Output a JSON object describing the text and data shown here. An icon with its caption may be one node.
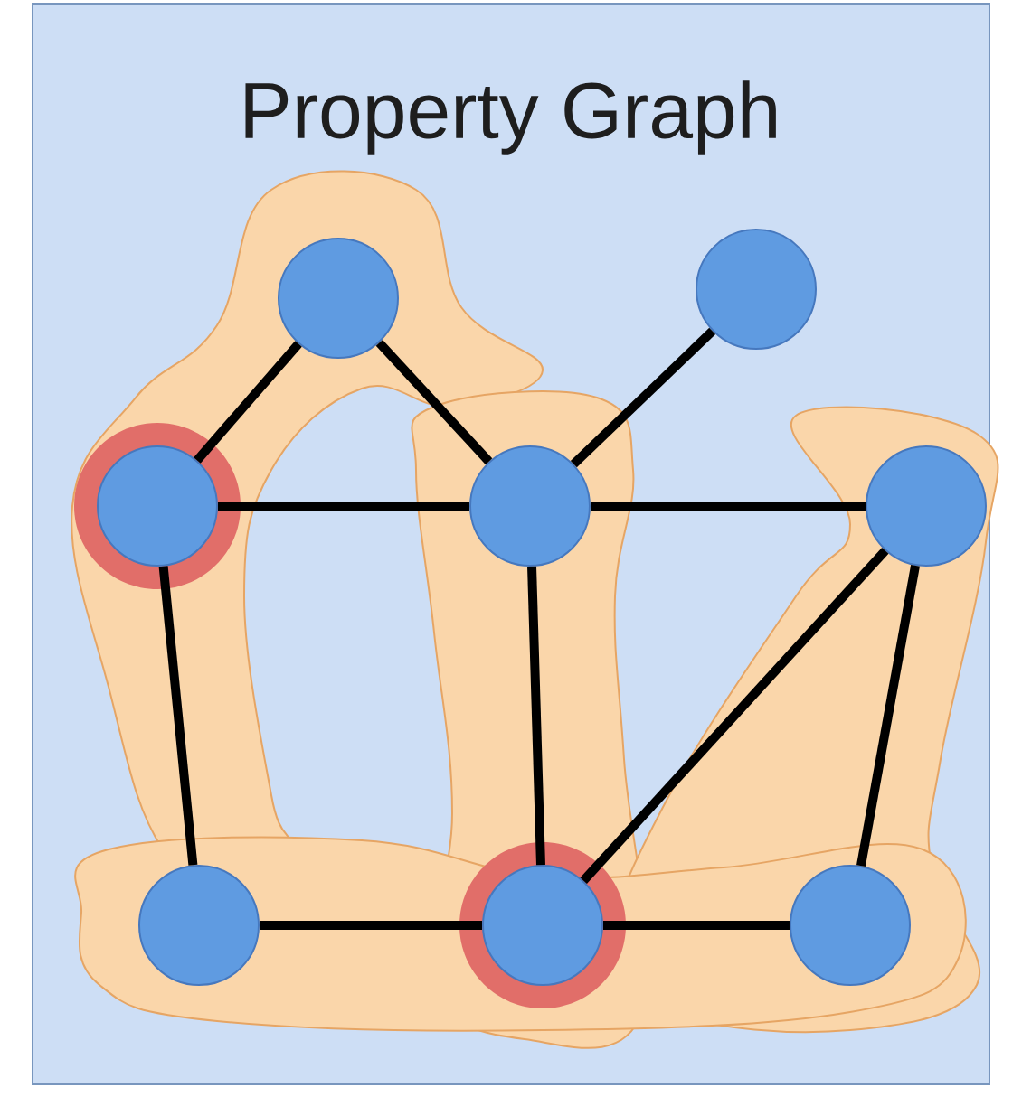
{
  "diagram": {
    "title": "Property Graph",
    "nodes": [
      {
        "text": [],
        "shape": "circle"
      },
      {
        "text": [],
        "shape": "circle"
      },
      {
        "text": [],
        "shape": "circle"
      },
      {
        "text": [],
        "shape": "circle"
      },
      {
        "text": [],
        "shape": "circle"
      },
      {
        "text": [],
        "shape": "circle"
      },
      {
        "text": [],
        "shape": "circle"
      },
      {
        "text": [],
        "shape": "circle"
      }
    ],
    "edges": [
      {
        "from": 0,
        "to": 2,
        "arrow": "none"
      },
      {
        "from": 0,
        "to": 3,
        "arrow": "none"
      },
      {
        "from": 1,
        "to": 3,
        "arrow": "none"
      },
      {
        "from": 2,
        "to": 3,
        "arrow": "none"
      },
      {
        "from": 3,
        "to": 4,
        "arrow": "none"
      },
      {
        "from": 2,
        "to": 5,
        "arrow": "none"
      },
      {
        "from": 3,
        "to": 6,
        "arrow": "none"
      },
      {
        "from": 4,
        "to": 6,
        "arrow": "none"
      },
      {
        "from": 4,
        "to": 7,
        "arrow": "none"
      },
      {
        "from": 5,
        "to": 6,
        "arrow": "none"
      },
      {
        "from": 6,
        "to": 7,
        "arrow": "none"
      }
    ]
  }
}
